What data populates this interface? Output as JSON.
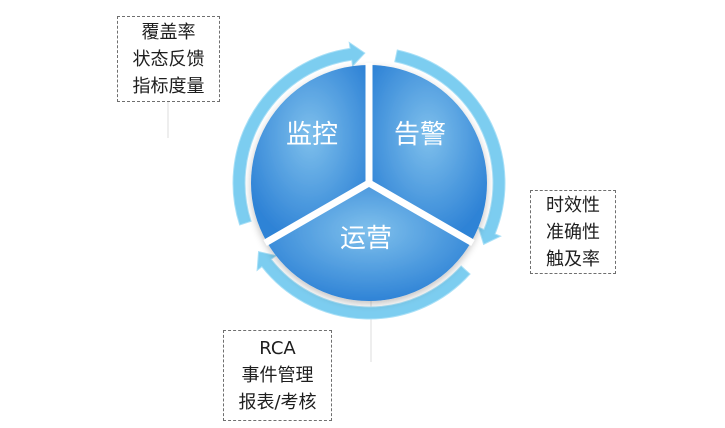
{
  "diagram": {
    "segments": [
      {
        "id": "monitor",
        "label": "监控",
        "notes": [
          "覆盖率",
          "状态反馈",
          "指标度量"
        ]
      },
      {
        "id": "alert",
        "label": "告警",
        "notes": [
          "时效性",
          "准确性",
          "触及率"
        ]
      },
      {
        "id": "operations",
        "label": "运营",
        "notes": [
          "RCA",
          "事件管理",
          "报表/考核"
        ]
      }
    ],
    "colors": {
      "segment_fill_light": "#7fc0ec",
      "segment_fill_dark": "#2f83d6",
      "arrow_ring": "#7ccdf0",
      "arrow_ring_light": "#a9e0f7",
      "divider": "#ffffff",
      "label_text": "#ffffff",
      "note_text": "#1e1e1e",
      "note_border": "#6f6f6f",
      "connector_line": "#dddddd"
    }
  }
}
